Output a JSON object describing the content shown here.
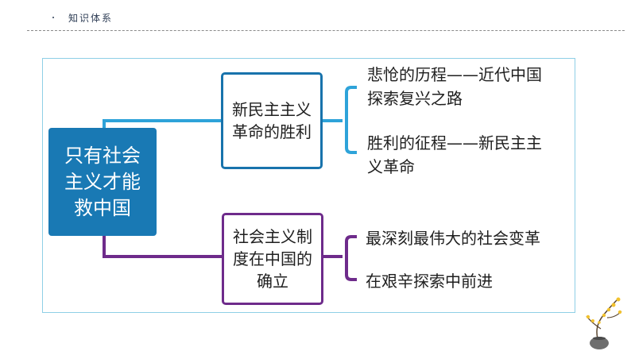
{
  "header": {
    "title": "知识体系"
  },
  "root": {
    "text": "只有社会主义才能救中国"
  },
  "branches": [
    {
      "label": "新民主主义革命的胜利",
      "color": "#1873ac",
      "leaves": [
        "悲怆的历程——近代中国探索复兴之路",
        "胜利的征程——新民主主义革命"
      ]
    },
    {
      "label": "社会主义制度在中国的确立",
      "color": "#6e2b8b",
      "leaves": [
        "最深刻最伟大的社会变革",
        "在艰辛探索中前进"
      ]
    }
  ],
  "colors": {
    "root_fill": "#1979b4",
    "frame": "#8ecfe6",
    "blue_connector": "#2ea3d9",
    "purple_connector": "#6e2b8b"
  },
  "decoration": {
    "corner_icon": "plum-blossom-vase-icon"
  }
}
